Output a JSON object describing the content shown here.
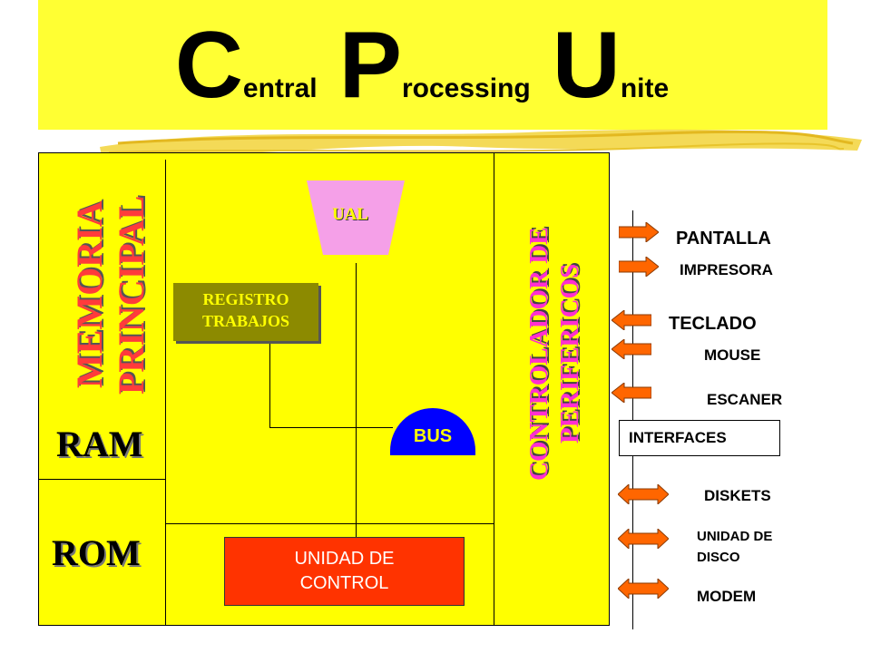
{
  "title": {
    "letter1": "C",
    "rest1": "entral",
    "letter2": "P",
    "rest2": "rocessing",
    "letter3": "U",
    "rest3": "nite"
  },
  "memory": {
    "title_line1": "MEMORIA",
    "title_line2": "PRINCIPAL",
    "ram": "RAM",
    "rom": "ROM"
  },
  "cpu": {
    "ual": "UAL",
    "registro_line1": "REGISTRO",
    "registro_line2": "TRABAJOS",
    "bus": "BUS",
    "unidad_line1": "UNIDAD DE",
    "unidad_line2": "CONTROL"
  },
  "controller": {
    "line1": "CONTROLADOR DE",
    "line2": "PERIFERICOS"
  },
  "peripherals": {
    "pantalla": "PANTALLA",
    "impresora": "IMPRESORA",
    "teclado": "TECLADO",
    "mouse": "MOUSE",
    "escaner": "ESCANER",
    "interfaces": "INTERFACES",
    "diskets": "DISKETS",
    "unidad_disco_line1": "UNIDAD DE",
    "unidad_disco_line2": "DISCO",
    "modem": "MODEM"
  },
  "colors": {
    "banner": "#ffff33",
    "panel": "#ffff00",
    "memory_title": "#ff3b3b",
    "controller_title": "#ff2fd0",
    "ual": "#f5a0e8",
    "registro": "#8c8a00",
    "bus": "#0000ff",
    "unidad_control": "#ff3300",
    "arrow": "#ff6600"
  }
}
